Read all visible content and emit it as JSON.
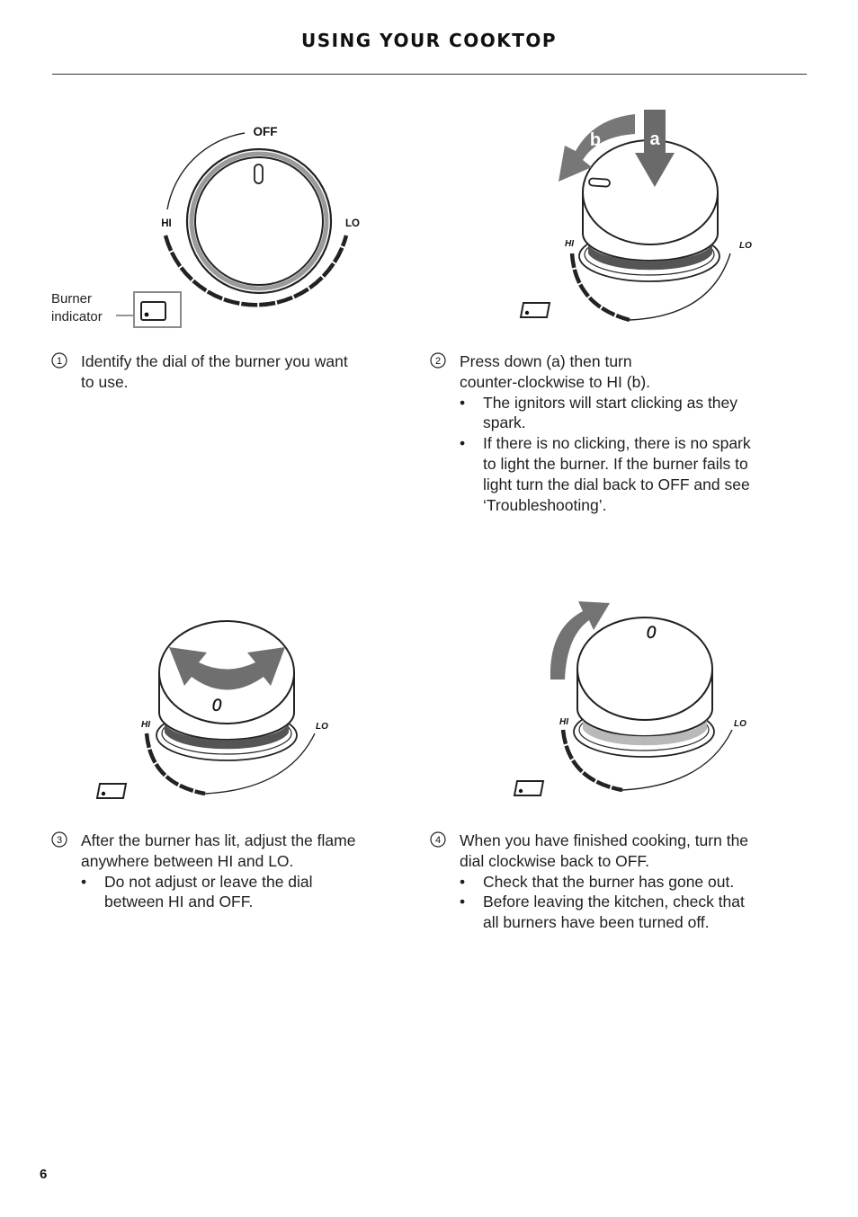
{
  "header": {
    "title": "USING YOUR COOKTOP"
  },
  "figures": {
    "fig1": {
      "off_label": "OFF",
      "hi_label": "HI",
      "lo_label": "LO",
      "callout_label_line1": "Burner",
      "callout_label_line2": "indicator"
    },
    "fig2": {
      "arrow_a_label": "a",
      "arrow_b_label": "b",
      "hi_label": "HI",
      "lo_label": "LO"
    },
    "fig3": {
      "hi_label": "HI",
      "lo_label": "LO",
      "dial_mark": "0"
    },
    "fig4": {
      "hi_label": "HI",
      "lo_label": "LO",
      "dial_mark": "0"
    }
  },
  "steps": [
    {
      "number": "1",
      "lines": [
        "Identify the dial of the burner you want",
        "to use."
      ],
      "bullets": []
    },
    {
      "number": "2",
      "lines": [
        "Press down (a) then turn",
        "counter-clockwise to HI (b)."
      ],
      "bullets": [
        {
          "lines": [
            "The ignitors will start clicking as they",
            "spark."
          ]
        },
        {
          "lines": [
            "If there is no clicking, there is no spark",
            "to light the burner. If the burner fails to",
            "light turn the dial back to OFF and see",
            "‘Troubleshooting’."
          ]
        }
      ]
    },
    {
      "number": "3",
      "lines": [
        "After the burner has lit, adjust the flame",
        "anywhere between HI and LO."
      ],
      "bullets": [
        {
          "lines": [
            "Do not adjust or leave the dial",
            "between HI and OFF."
          ]
        }
      ]
    },
    {
      "number": "4",
      "lines": [
        "When you have finished cooking, turn the",
        "dial clockwise back to OFF."
      ],
      "bullets": [
        {
          "lines": [
            "Check that the burner has gone out."
          ]
        },
        {
          "lines": [
            "Before leaving the kitchen, check that",
            "all burners have been turned off."
          ]
        }
      ]
    }
  ],
  "page": {
    "number": "6"
  }
}
